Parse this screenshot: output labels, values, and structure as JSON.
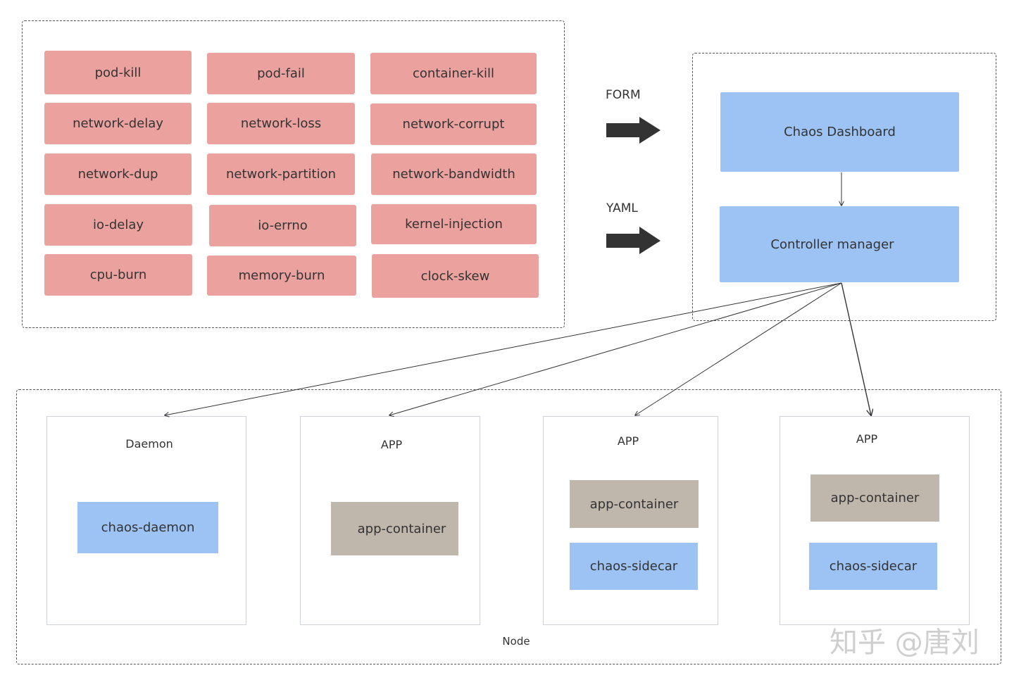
{
  "chaos_types": [
    "pod-kill",
    "pod-fail",
    "container-kill",
    "network-delay",
    "network-loss",
    "network-corrupt",
    "network-dup",
    "network-partition",
    "network-bandwidth",
    "io-delay",
    "io-errno",
    "kernel-injection",
    "cpu-burn",
    "memory-burn",
    "clock-skew"
  ],
  "inputs": {
    "form_label": "FORM",
    "yaml_label": "YAML"
  },
  "control_plane": {
    "dashboard": "Chaos Dashboard",
    "controller": "Controller manager"
  },
  "node": {
    "label": "Node",
    "panels": [
      {
        "title": "Daemon",
        "components": [
          "chaos-daemon"
        ]
      },
      {
        "title": "APP",
        "components": [
          "app-container"
        ]
      },
      {
        "title": "APP",
        "components": [
          "app-container",
          "chaos-sidecar"
        ]
      },
      {
        "title": "APP",
        "components": [
          "app-container",
          "chaos-sidecar"
        ]
      }
    ]
  },
  "watermark": "知乎 @唐刘",
  "colors": {
    "chaos_box": "#eba29f",
    "control_box": "#9dc3f5",
    "container_box": "#bfb6ac",
    "arrow": "#333333"
  }
}
